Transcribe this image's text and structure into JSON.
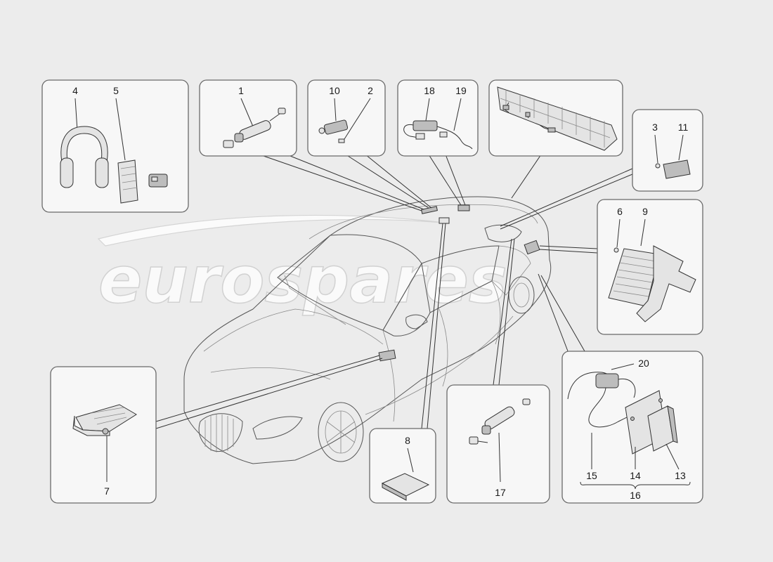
{
  "watermark": "eurospares",
  "labels": {
    "n1": "1",
    "n2": "2",
    "n3": "3",
    "n4": "4",
    "n5": "5",
    "n6": "6",
    "n7": "7",
    "n8": "8",
    "n9": "9",
    "n10": "10",
    "n11": "11",
    "n13": "13",
    "n14": "14",
    "n15": "15",
    "n16": "16",
    "n17": "17",
    "n18": "18",
    "n19": "19",
    "n20": "20"
  }
}
